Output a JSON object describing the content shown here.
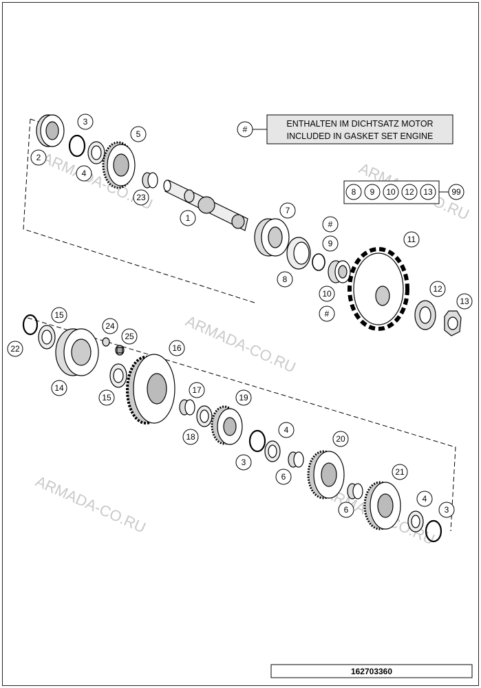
{
  "legend": {
    "symbol": "#",
    "line1": "ENTHALTEN IM DICHTSATZ MOTOR",
    "line2": "INCLUDED IN GASKET SET ENGINE",
    "box_fill": "#e6e6e6"
  },
  "kit": {
    "items": [
      "8",
      "9",
      "10",
      "12",
      "13"
    ],
    "kit_number": "99"
  },
  "watermark": "ARMADA-CO.RU",
  "document_number": "162703360",
  "callouts": [
    {
      "id": "c2",
      "label": "2"
    },
    {
      "id": "c3a",
      "label": "3"
    },
    {
      "id": "c4a",
      "label": "4"
    },
    {
      "id": "c5",
      "label": "5"
    },
    {
      "id": "c23",
      "label": "23"
    },
    {
      "id": "c1",
      "label": "1"
    },
    {
      "id": "c7",
      "label": "7"
    },
    {
      "id": "c8",
      "label": "8"
    },
    {
      "id": "cH1",
      "label": "#"
    },
    {
      "id": "c9",
      "label": "9"
    },
    {
      "id": "c10",
      "label": "10"
    },
    {
      "id": "cH2",
      "label": "#"
    },
    {
      "id": "c11",
      "label": "11"
    },
    {
      "id": "c12",
      "label": "12"
    },
    {
      "id": "c13",
      "label": "13"
    },
    {
      "id": "c15a",
      "label": "15"
    },
    {
      "id": "c22",
      "label": "22"
    },
    {
      "id": "c14",
      "label": "14"
    },
    {
      "id": "c24",
      "label": "24"
    },
    {
      "id": "c25",
      "label": "25"
    },
    {
      "id": "c15b",
      "label": "15"
    },
    {
      "id": "c16",
      "label": "16"
    },
    {
      "id": "c17",
      "label": "17"
    },
    {
      "id": "c18",
      "label": "18"
    },
    {
      "id": "c19",
      "label": "19"
    },
    {
      "id": "c3b",
      "label": "3"
    },
    {
      "id": "c4b",
      "label": "4"
    },
    {
      "id": "c6a",
      "label": "6"
    },
    {
      "id": "c20",
      "label": "20"
    },
    {
      "id": "c6b",
      "label": "6"
    },
    {
      "id": "c21",
      "label": "21"
    },
    {
      "id": "c4c",
      "label": "4"
    },
    {
      "id": "c3c",
      "label": "3"
    }
  ]
}
